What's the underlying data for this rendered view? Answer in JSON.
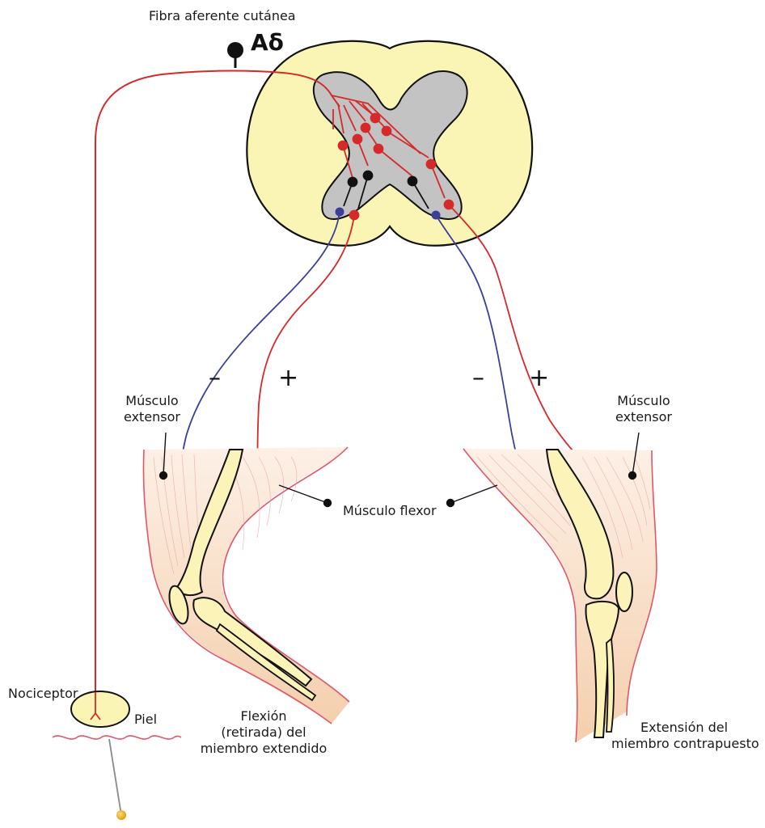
{
  "diagram": {
    "fiber_label": "Fibra aferente cutánea",
    "fiber_type": "Aδ",
    "nociceptor_label": "Nociceptor",
    "skin_label": "Piel",
    "left_extensor_label": [
      "Músculo",
      "extensor"
    ],
    "right_extensor_label": [
      "Músculo",
      "extensor"
    ],
    "flexor_label": "Músculo flexor",
    "left_inhibit_sign": "–",
    "left_excite_sign": "+",
    "right_inhibit_sign": "–",
    "right_excite_sign": "+",
    "left_caption": [
      "Flexión",
      "(retirada) del",
      "miembro extendido"
    ],
    "right_caption": [
      "Extensión del",
      "miembro contrapuesto"
    ]
  },
  "colors": {
    "excitatory": "#d42a2a",
    "inhibitory_motor": "#3b3f9a",
    "interneuron": "#111111",
    "white_matter": "#fbf5b5",
    "gray_matter": "#c3c3c3",
    "bone": "#fbf3b8",
    "muscle": "#f6dcc4",
    "skin_line": "#e0576a"
  }
}
